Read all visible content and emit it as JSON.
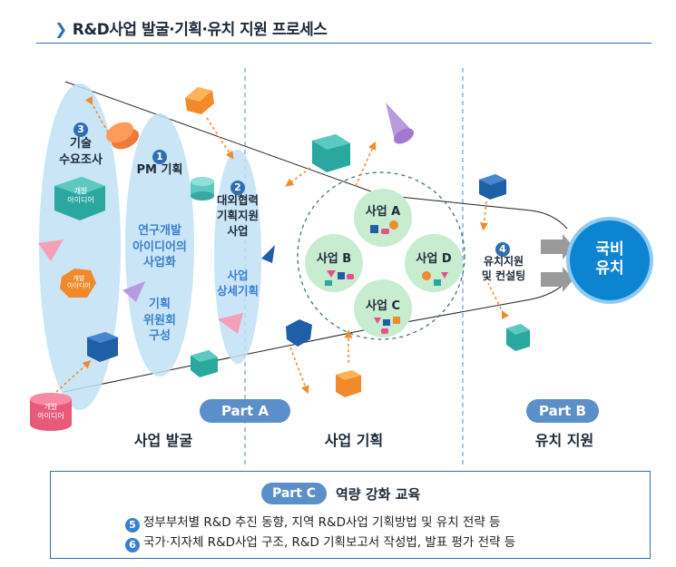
{
  "header": {
    "title": "R&D사업 발굴·기획·유치 지원 프로세스"
  },
  "steps": {
    "s3": {
      "num": "3",
      "label_1": "기술",
      "label_2": "수요조사"
    },
    "s1": {
      "num": "1",
      "label": "PM 기획",
      "sub_1": "연구개발",
      "sub_2": "아이디어의",
      "sub_3": "사업화",
      "sub_4": "기획",
      "sub_5": "위원회",
      "sub_6": "구성"
    },
    "s2": {
      "num": "2",
      "label_1": "대외협력",
      "label_2": "기획지원",
      "label_3": "사업",
      "sub_1": "사업",
      "sub_2": "상세기획"
    },
    "s4": {
      "num": "4",
      "label_1": "유치지원",
      "label_2": "및 컨설팅"
    }
  },
  "idea_labels": {
    "cube_1": "개발",
    "cube_2": "아이디어",
    "hex_1": "개발",
    "hex_2": "아이디어",
    "cyl_1": "개발",
    "cyl_2": "아이디어"
  },
  "projects": {
    "a": "사업 A",
    "b": "사업 B",
    "c": "사업 C",
    "d": "사업 D"
  },
  "goal": {
    "line_1": "국비",
    "line_2": "유치"
  },
  "parts": {
    "a": "Part A",
    "b": "Part B",
    "c": "Part C"
  },
  "sections": {
    "discover": "사업 발굴",
    "plan": "사업 기획",
    "attract": "유치 지원"
  },
  "part_c": {
    "title": "역량 강화 교육",
    "item5_num": "5",
    "item5": "정부부처별 R&D 추진 동향, 지역 R&D사업 기획방법 및 유치 전략 등",
    "item6_num": "6",
    "item6": "국가·지자체 R&D사업 구조, R&D 기획보고서 작성법, 발표 평가 전략 등"
  },
  "colors": {
    "accent": "#2f6fb0",
    "light_blue": "#bfe0f5",
    "green": "#c8ecd0",
    "goal": "#1a8fd8",
    "pill": "#5b8fc9"
  }
}
